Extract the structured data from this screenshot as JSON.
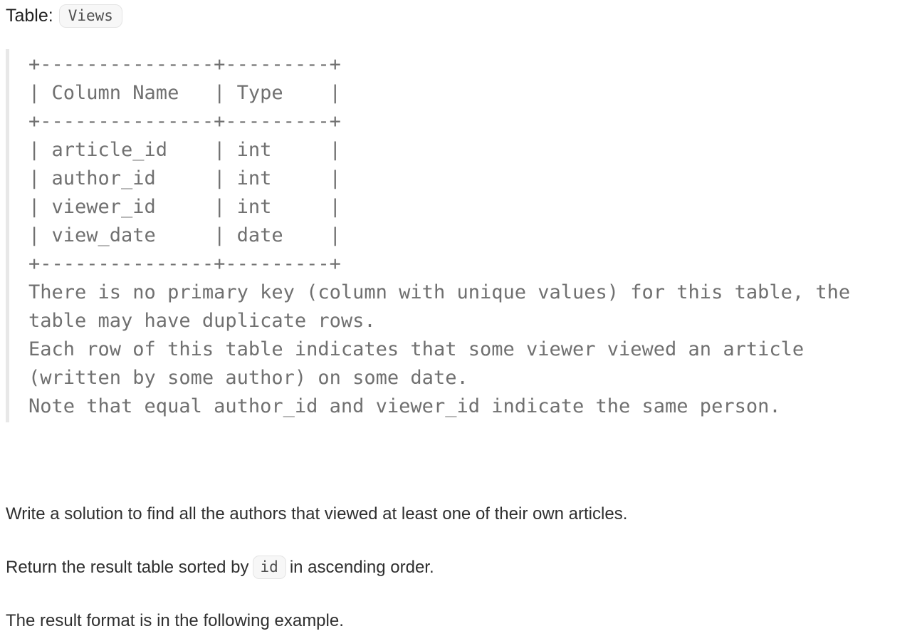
{
  "header": {
    "label": "Table:",
    "table_name": "Views"
  },
  "schema_block": {
    "ascii_lines": [
      "+---------------+---------+",
      "| Column Name   | Type    |",
      "+---------------+---------+",
      "| article_id    | int     |",
      "| author_id     | int     |",
      "| viewer_id     | int     |",
      "| view_date     | date    |",
      "+---------------+---------+",
      "There is no primary key (column with unique values) for this table, the",
      "table may have duplicate rows.",
      "Each row of this table indicates that some viewer viewed an article",
      "(written by some author) on some date.",
      "Note that equal author_id and viewer_id indicate the same person."
    ],
    "table": {
      "headers": [
        "Column Name",
        "Type"
      ],
      "rows": [
        [
          "article_id",
          "int"
        ],
        [
          "author_id",
          "int"
        ],
        [
          "viewer_id",
          "int"
        ],
        [
          "view_date",
          "date"
        ]
      ]
    },
    "notes": [
      "There is no primary key (column with unique values) for this table, the table may have duplicate rows.",
      "Each row of this table indicates that some viewer viewed an article (written by some author) on some date.",
      "Note that equal author_id and viewer_id indicate the same person."
    ]
  },
  "paragraphs": {
    "task": "Write a solution to find all the authors that viewed at least one of their own articles.",
    "sort_before": "Return the result table sorted by",
    "sort_code": "id",
    "sort_after": "in ascending order.",
    "result_format": "The result format is in the following example."
  },
  "colors": {
    "page_background": "#ffffff",
    "body_text": "#2f2f2f",
    "title_text": "#212121",
    "code_text": "#707070",
    "code_block_border": "#e8e8e8",
    "inline_code_background": "#f7f7f7",
    "inline_code_border": "#e4e4e4",
    "inline_code_text": "#4f4f4f"
  }
}
